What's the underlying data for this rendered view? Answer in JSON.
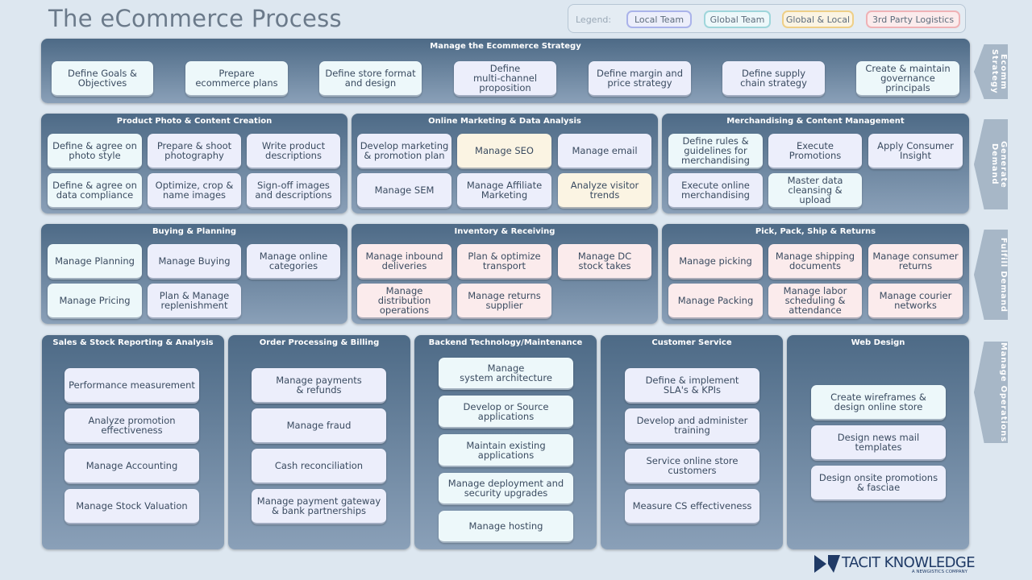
{
  "title": "The eCommerce Process",
  "legend": {
    "label": "Legend:",
    "items": [
      {
        "key": "local",
        "label": "Local Team",
        "border": "#aab3ea",
        "fill": "#eceefb"
      },
      {
        "key": "global",
        "label": "Global Team",
        "border": "#9fd6db",
        "fill": "#edf8fa"
      },
      {
        "key": "both",
        "label": "Global & Local",
        "border": "#eecf88",
        "fill": "#fbf4e3"
      },
      {
        "key": "third",
        "label": "3rd Party Logistics",
        "border": "#efb2b6",
        "fill": "#fbebec"
      }
    ]
  },
  "side_tabs": [
    "Ecomm Strategy",
    "Generate Demand",
    "Fulfill Demand",
    "Manage Operations"
  ],
  "groups": [
    {
      "title": "Manage the Ecommerce Strategy",
      "boxes": [
        {
          "label": "Define Goals &\nObjectives",
          "team": "global"
        },
        {
          "label": "Prepare\necommerce plans",
          "team": "global"
        },
        {
          "label": "Define store format\nand design",
          "team": "global"
        },
        {
          "label": "Define\nmulti-channel\nproposition",
          "team": "local"
        },
        {
          "label": "Define margin and\nprice strategy",
          "team": "local"
        },
        {
          "label": "Define supply\nchain strategy",
          "team": "local"
        },
        {
          "label": "Create & maintain\ngovernance\nprincipals",
          "team": "global"
        }
      ]
    },
    {
      "title": "Product Photo & Content Creation",
      "boxes": [
        {
          "label": "Define & agree on\nphoto style",
          "team": "global"
        },
        {
          "label": "Prepare & shoot\nphotography",
          "team": "local"
        },
        {
          "label": "Write product\ndescriptions",
          "team": "local"
        },
        {
          "label": "Define & agree on\ndata compliance",
          "team": "global"
        },
        {
          "label": "Optimize, crop &\nname images",
          "team": "local"
        },
        {
          "label": "Sign-off images\nand descriptions",
          "team": "local"
        }
      ]
    },
    {
      "title": "Online Marketing & Data Analysis",
      "boxes": [
        {
          "label": "Develop marketing\n& promotion plan",
          "team": "local"
        },
        {
          "label": "Manage SEO",
          "team": "both"
        },
        {
          "label": "Manage email",
          "team": "local"
        },
        {
          "label": "Manage SEM",
          "team": "local"
        },
        {
          "label": "Manage Affiliate\nMarketing",
          "team": "local"
        },
        {
          "label": "Analyze visitor\ntrends",
          "team": "both"
        }
      ]
    },
    {
      "title": "Merchandising & Content Management",
      "boxes": [
        {
          "label": "Define rules &\nguidelines for\nmerchandising",
          "team": "global"
        },
        {
          "label": "Execute\nPromotions",
          "team": "local"
        },
        {
          "label": "Apply Consumer\nInsight",
          "team": "local"
        },
        {
          "label": "Execute online\nmerchandising",
          "team": "local"
        },
        {
          "label": "Master data\ncleansing & upload",
          "team": "global"
        }
      ]
    },
    {
      "title": "Buying & Planning",
      "boxes": [
        {
          "label": "Manage Planning",
          "team": "global"
        },
        {
          "label": "Manage Buying",
          "team": "local"
        },
        {
          "label": "Manage online\ncategories",
          "team": "local"
        },
        {
          "label": "Manage Pricing",
          "team": "global"
        },
        {
          "label": "Plan & Manage\nreplenishment",
          "team": "local"
        }
      ]
    },
    {
      "title": "Inventory & Receiving",
      "boxes": [
        {
          "label": "Manage inbound\ndeliveries",
          "team": "third"
        },
        {
          "label": "Plan & optimize\ntransport",
          "team": "third"
        },
        {
          "label": "Manage DC\nstock takes",
          "team": "third"
        },
        {
          "label": "Manage\ndistribution\noperations",
          "team": "third"
        },
        {
          "label": "Manage returns\nsupplier",
          "team": "third"
        }
      ]
    },
    {
      "title": "Pick, Pack, Ship & Returns",
      "boxes": [
        {
          "label": "Manage picking",
          "team": "third"
        },
        {
          "label": "Manage shipping\ndocuments",
          "team": "third"
        },
        {
          "label": "Manage consumer\nreturns",
          "team": "third"
        },
        {
          "label": "Manage Packing",
          "team": "third"
        },
        {
          "label": "Manage labor\nscheduling &\nattendance",
          "team": "third"
        },
        {
          "label": "Manage courier\nnetworks",
          "team": "third"
        }
      ]
    },
    {
      "title": "Sales & Stock Reporting & Analysis",
      "boxes": [
        {
          "label": "Performance measurement",
          "team": "local"
        },
        {
          "label": "Analyze promotion\neffectiveness",
          "team": "local"
        },
        {
          "label": "Manage Accounting",
          "team": "local"
        },
        {
          "label": "Manage Stock Valuation",
          "team": "local"
        }
      ]
    },
    {
      "title": "Order Processing & Billing",
      "boxes": [
        {
          "label": "Manage payments\n& refunds",
          "team": "local"
        },
        {
          "label": "Manage fraud",
          "team": "local"
        },
        {
          "label": "Cash reconciliation",
          "team": "local"
        },
        {
          "label": "Manage payment gateway\n& bank partnerships",
          "team": "local"
        }
      ]
    },
    {
      "title": "Backend Technology/Maintenance",
      "boxes": [
        {
          "label": "Manage\nsystem architecture",
          "team": "global"
        },
        {
          "label": "Develop or Source\napplications",
          "team": "global"
        },
        {
          "label": "Maintain existing\napplications",
          "team": "global"
        },
        {
          "label": "Manage deployment and\nsecurity upgrades",
          "team": "global"
        },
        {
          "label": "Manage hosting",
          "team": "global"
        }
      ]
    },
    {
      "title": "Customer Service",
      "boxes": [
        {
          "label": "Define & implement\nSLA's & KPIs",
          "team": "local"
        },
        {
          "label": "Develop and administer\ntraining",
          "team": "local"
        },
        {
          "label": "Service online store\ncustomers",
          "team": "local"
        },
        {
          "label": "Measure CS effectiveness",
          "team": "local"
        }
      ]
    },
    {
      "title": "Web Design",
      "boxes": [
        {
          "label": "Create wireframes &\ndesign online store",
          "team": "global"
        },
        {
          "label": "Design news mail\ntemplates",
          "team": "local"
        },
        {
          "label": "Design onsite promotions\n& fasciae",
          "team": "local"
        }
      ]
    }
  ],
  "logo": {
    "brand": "TACIT KNOWLEDGE",
    "tagline": "A NEWGISTICS COMPANY",
    "color": "#1f3a66"
  }
}
